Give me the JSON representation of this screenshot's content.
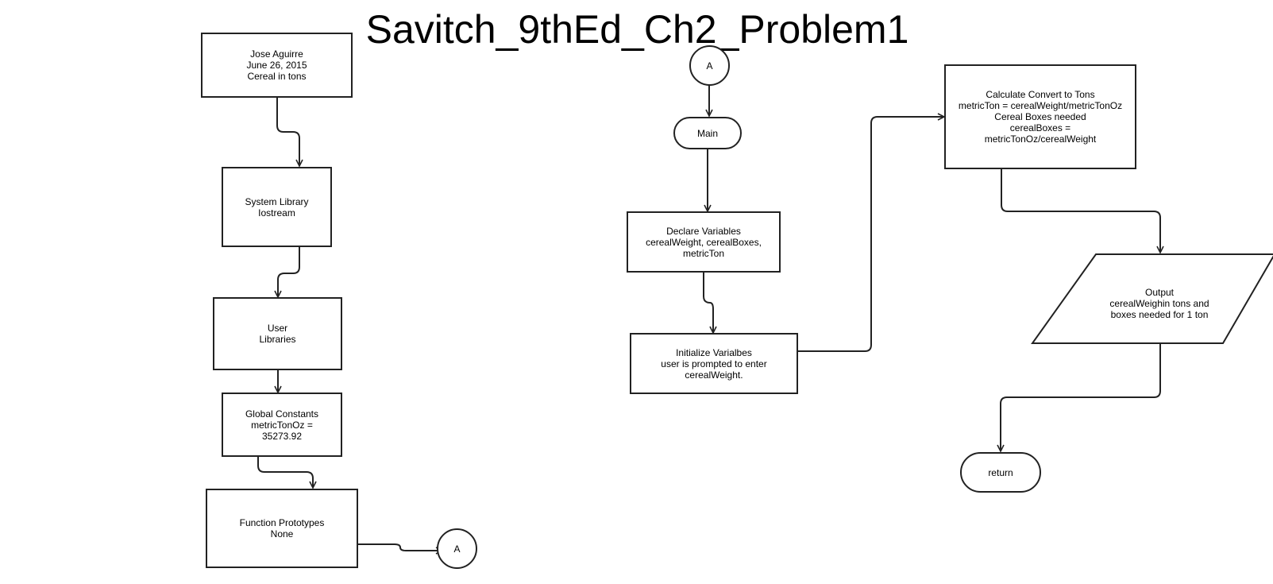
{
  "diagram": {
    "title": "Savitch_9thEd_Ch2_Problem1",
    "nodes": {
      "header": {
        "lines": [
          "Jose Aguirre",
          "June 26, 2015",
          "Cereal in tons"
        ]
      },
      "sys_lib": {
        "lines": [
          "System Library",
          "Iostream"
        ]
      },
      "user_lib": {
        "lines": [
          "User",
          "Libraries"
        ]
      },
      "globals": {
        "lines": [
          "Global Constants",
          "metricTonOz =",
          "35273.92"
        ]
      },
      "prototypes": {
        "lines": [
          "Function Prototypes",
          "None"
        ]
      },
      "connector_out": {
        "label": "A"
      },
      "connector_in": {
        "label": "A"
      },
      "main": {
        "lines": [
          "Main"
        ]
      },
      "declare": {
        "lines": [
          "Declare Variables",
          "cerealWeight, cerealBoxes,",
          "metricTon"
        ]
      },
      "initialize": {
        "lines": [
          "Initialize Varialbes",
          "user is prompted to enter",
          "cerealWeight."
        ]
      },
      "calculate": {
        "lines": [
          "Calculate Convert to Tons",
          "metricTon = cerealWeight/metricTonOz",
          "Cereal Boxes needed",
          "cerealBoxes =",
          "metricTonOz/cerealWeight"
        ]
      },
      "output": {
        "lines": [
          "Output",
          "cerealWeighin tons and",
          "boxes needed for 1 ton"
        ]
      },
      "return": {
        "lines": [
          "return"
        ]
      }
    },
    "colors": {
      "stroke": "#222222",
      "fill": "#ffffff",
      "text": "#000000"
    }
  }
}
